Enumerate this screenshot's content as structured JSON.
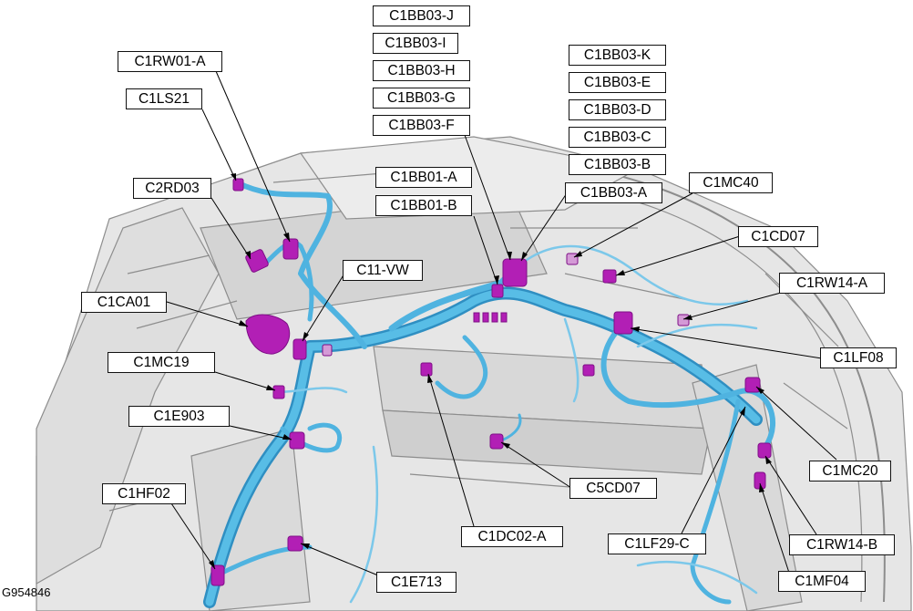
{
  "figure_id": "G954846",
  "colors": {
    "harness": "#4fb3e0",
    "harness_dark": "#2f8fc2",
    "connector": "#b21fb5",
    "connector_dark": "#7e0f86",
    "body_fill": "#e6e6e6",
    "body_line": "#8d8d8d",
    "leader": "#000000"
  },
  "callouts": [
    {
      "id": "c1bb03-j",
      "label": "C1BB03-J"
    },
    {
      "id": "c1bb03-i",
      "label": "C1BB03-I"
    },
    {
      "id": "c1bb03-h",
      "label": "C1BB03-H"
    },
    {
      "id": "c1bb03-g",
      "label": "C1BB03-G"
    },
    {
      "id": "c1bb03-f",
      "label": "C1BB03-F"
    },
    {
      "id": "c1bb03-k",
      "label": "C1BB03-K"
    },
    {
      "id": "c1bb03-e",
      "label": "C1BB03-E"
    },
    {
      "id": "c1bb03-d",
      "label": "C1BB03-D"
    },
    {
      "id": "c1bb03-c",
      "label": "C1BB03-C"
    },
    {
      "id": "c1bb03-b",
      "label": "C1BB03-B"
    },
    {
      "id": "c1bb03-a",
      "label": "C1BB03-A"
    },
    {
      "id": "c1rw01-a",
      "label": "C1RW01-A"
    },
    {
      "id": "c1ls21",
      "label": "C1LS21"
    },
    {
      "id": "c2rd03",
      "label": "C2RD03"
    },
    {
      "id": "c1bb01-a",
      "label": "C1BB01-A"
    },
    {
      "id": "c1bb01-b",
      "label": "C1BB01-B"
    },
    {
      "id": "c1mc40",
      "label": "C1MC40"
    },
    {
      "id": "c1cd07",
      "label": "C1CD07"
    },
    {
      "id": "c1rw14-a",
      "label": "C1RW14-A"
    },
    {
      "id": "c11-vw",
      "label": "C11-VW"
    },
    {
      "id": "c1ca01",
      "label": "C1CA01"
    },
    {
      "id": "c1lf08",
      "label": "C1LF08"
    },
    {
      "id": "c1mc19",
      "label": "C1MC19"
    },
    {
      "id": "c1e903",
      "label": "C1E903"
    },
    {
      "id": "c1mc20",
      "label": "C1MC20"
    },
    {
      "id": "c5cd07",
      "label": "C5CD07"
    },
    {
      "id": "c1hf02",
      "label": "C1HF02"
    },
    {
      "id": "c1dc02-a",
      "label": "C1DC02-A"
    },
    {
      "id": "c1lf29-c",
      "label": "C1LF29-C"
    },
    {
      "id": "c1rw14-b",
      "label": "C1RW14-B"
    },
    {
      "id": "c1e713",
      "label": "C1E713"
    },
    {
      "id": "c1mf04",
      "label": "C1MF04"
    }
  ]
}
